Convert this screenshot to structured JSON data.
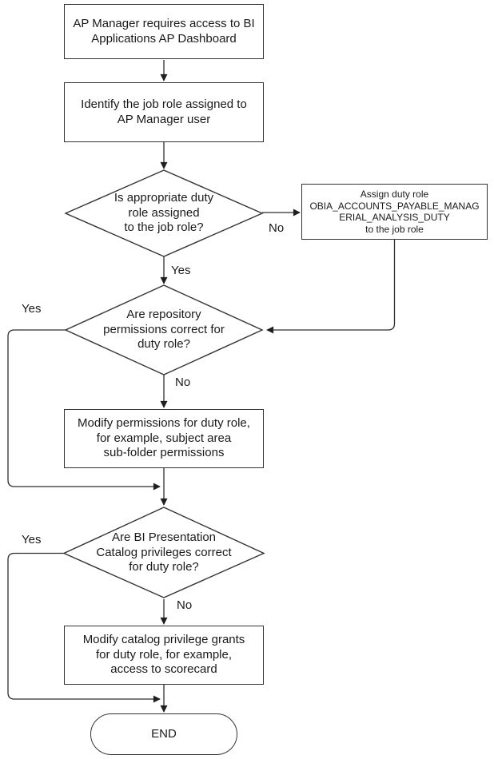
{
  "colors": {
    "background": "#ffffff",
    "node_fill": "#ffffff",
    "stroke": "#333333",
    "text": "#1a1a1a"
  },
  "nodes": {
    "start": {
      "type": "process",
      "lines": [
        "AP Manager requires access to BI",
        "Applications AP Dashboard"
      ]
    },
    "identify_job_role": {
      "type": "process",
      "lines": [
        "Identify the job role assigned to",
        "AP Manager user"
      ]
    },
    "duty_role_decision": {
      "type": "decision",
      "lines": [
        "Is appropriate duty",
        "role assigned",
        "to the job role?"
      ]
    },
    "assign_duty_role": {
      "type": "process",
      "lines": [
        "Assign duty role",
        "OBIA_ACCOUNTS_PAYABLE_MANAG",
        "ERIAL_ANALYSIS_DUTY",
        "to the job role"
      ]
    },
    "repository_permissions_decision": {
      "type": "decision",
      "lines": [
        "Are repository",
        "permissions correct for",
        "duty role?"
      ]
    },
    "modify_permissions": {
      "type": "process",
      "lines": [
        "Modify permissions for duty role,",
        "for example, subject area",
        "sub-folder permissions"
      ]
    },
    "catalog_privileges_decision": {
      "type": "decision",
      "lines": [
        "Are BI Presentation",
        "Catalog privileges correct",
        "for duty role?"
      ]
    },
    "modify_catalog_privileges": {
      "type": "process",
      "lines": [
        "Modify catalog privilege grants",
        "for duty role, for example,",
        "access to scorecard"
      ]
    },
    "end": {
      "type": "terminator",
      "label": "END"
    }
  },
  "edge_labels": {
    "duty_role_no": "No",
    "duty_role_yes": "Yes",
    "repository_yes": "Yes",
    "repository_no": "No",
    "catalog_yes": "Yes",
    "catalog_no": "No"
  }
}
